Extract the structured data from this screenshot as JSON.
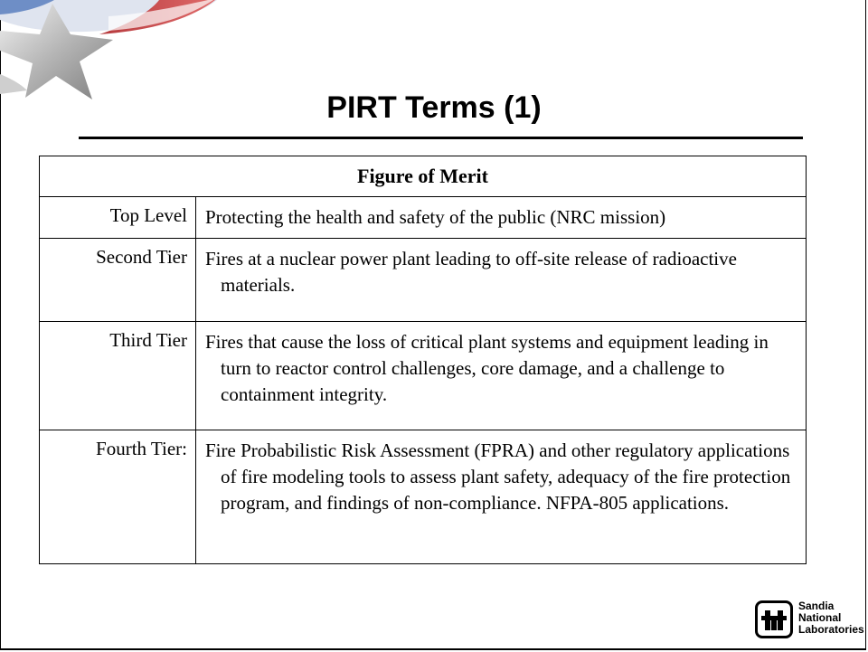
{
  "slide": {
    "title": "PIRT Terms (1)"
  },
  "table": {
    "header": "Figure of Merit",
    "rows": [
      {
        "tier": "Top Level",
        "description": "Protecting the health and safety of the public (NRC mission)"
      },
      {
        "tier": "Second Tier",
        "description": "Fires at a nuclear power plant leading to off-site release of radioactive materials."
      },
      {
        "tier": "Third Tier",
        "description": "Fires that cause the loss of critical plant systems and equipment leading in turn to reactor control challenges, core damage, and a challenge to containment integrity."
      },
      {
        "tier": "Fourth Tier:",
        "description": "Fire Probabilistic Risk Assessment (FPRA) and other regulatory applications of fire modeling tools to assess plant safety, adequacy of the fire protection program, and findings of non-compliance. NFPA-805 applications."
      }
    ]
  },
  "logo": {
    "line1": "Sandia",
    "line2": "National",
    "line3": "Laboratories"
  },
  "colors": {
    "swoosh_red": "#c8383c",
    "swoosh_blue": "#5a7bb5",
    "star_gray": "#9a9a9a"
  }
}
